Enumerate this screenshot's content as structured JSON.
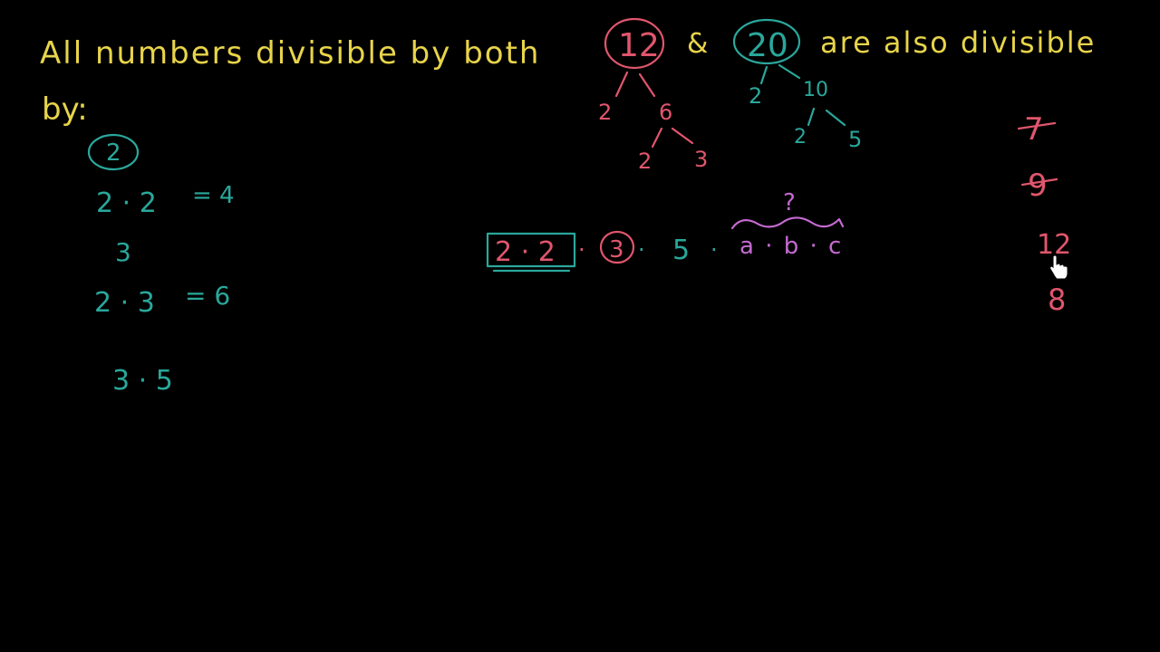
{
  "statement": {
    "line1_start": "All numbers divisible by both",
    "num_a": "12",
    "amp": "&",
    "num_b": "20",
    "line1_end": "are also divisible",
    "line2": "by:"
  },
  "tree_12": {
    "left": "2",
    "right": "6",
    "right_left": "2",
    "right_right": "3"
  },
  "tree_20": {
    "left": "2",
    "right": "10",
    "right_left": "2",
    "right_right": "5"
  },
  "divisors_list": {
    "item1": "2",
    "item2_expr": "2 · 2",
    "item2_result": "= 4",
    "item3": "3",
    "item4_expr": "2 · 3",
    "item4_result": "= 6",
    "item5_expr": "3 · 5"
  },
  "product": {
    "boxed": "2 · 2",
    "dot1": "·",
    "circled": "3",
    "dot2": "·",
    "five": "5",
    "dot3": "·",
    "unknown": "a · b · c",
    "question": "?"
  },
  "candidates": {
    "c1": "7",
    "c2": "9",
    "c3": "12",
    "c4": "8"
  },
  "colors": {
    "yellow": "#e8d44a",
    "teal": "#2aa79b",
    "red": "#e0566c",
    "pink": "#c46ad0",
    "background": "#000000"
  },
  "icons": {
    "cursor": "hand-pointer-icon"
  }
}
